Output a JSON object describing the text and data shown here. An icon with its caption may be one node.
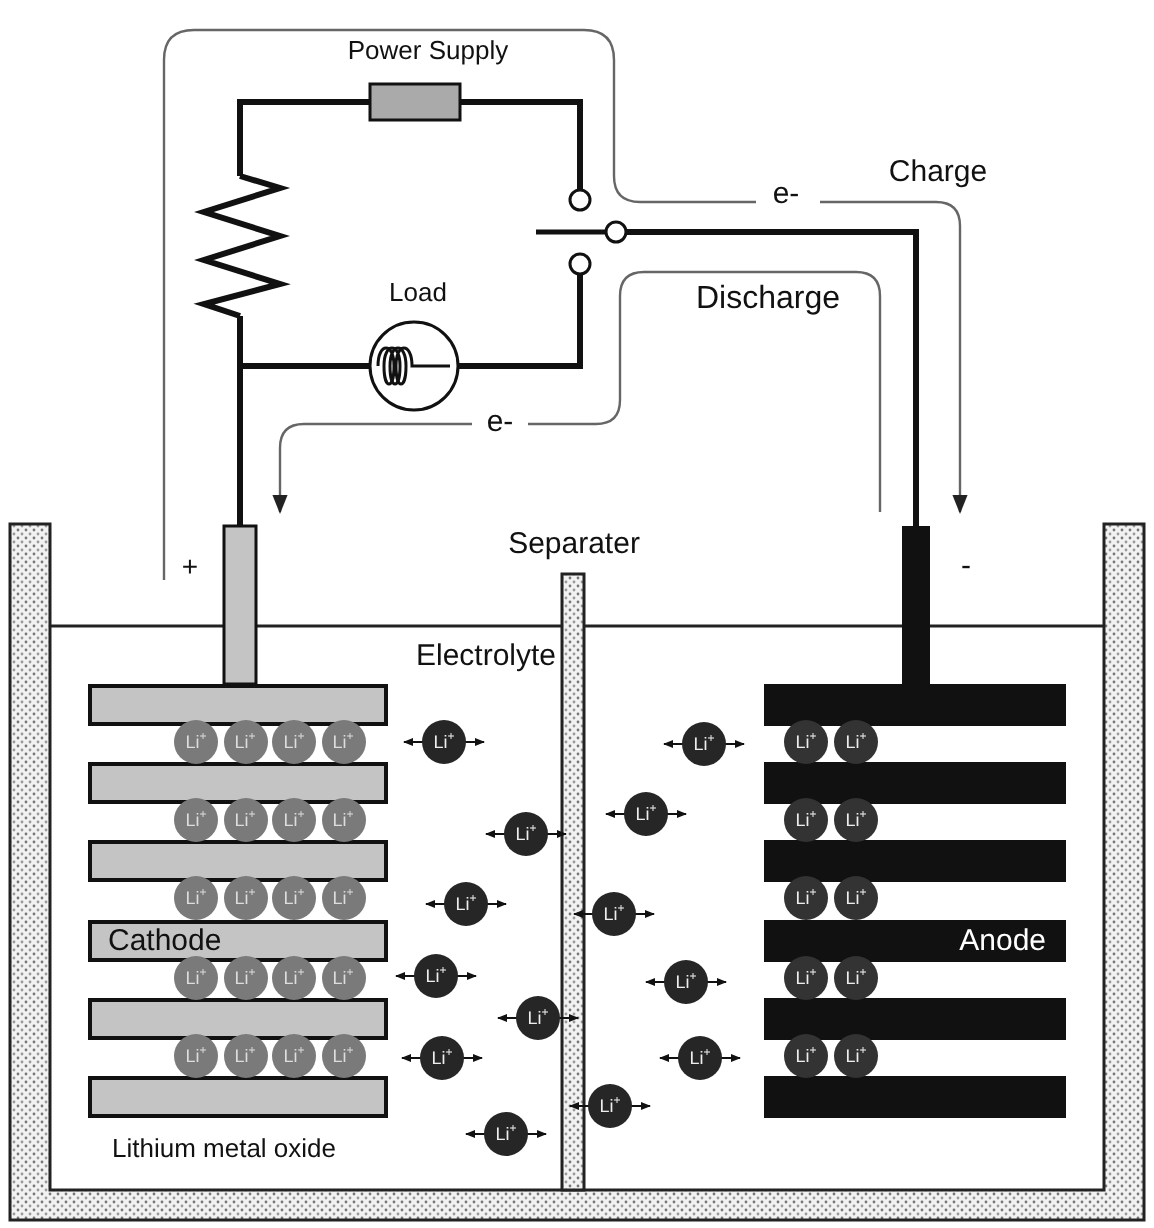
{
  "diagram": {
    "nodes": [
      {
        "text": [],
        "shape": "bar"
      },
      {
        "text": [],
        "shape": "bar"
      },
      {
        "text": [],
        "shape": "bar"
      },
      {
        "text": [
          "Cathode"
        ]
      },
      {
        "text": [],
        "shape": "bar"
      },
      {
        "text": [],
        "shape": "bar"
      },
      {
        "text": [],
        "shape": "bar"
      },
      {
        "text": [],
        "shape": "bar"
      },
      {
        "text": [],
        "shape": "bar"
      },
      {
        "text": [
          "Anode"
        ]
      },
      {
        "text": [],
        "shape": "bar"
      },
      {
        "text": [],
        "shape": "bar"
      },
      {
        "text": [
          "Li$^{+}$"
        ]
      },
      {
        "text": [
          "Li$^{+}$"
        ]
      },
      {
        "text": [
          "Li$^{+}$"
        ]
      },
      {
        "text": [
          "Li$^{+}$"
        ]
      },
      {
        "text": [
          "Li$^{+}$"
        ]
      },
      {
        "text": [
          "Li$^{+}$"
        ]
      },
      {
        "text": [
          "Li$^{+}$"
        ]
      },
      {
        "text": [
          "Li$^{+}$"
        ]
      },
      {
        "text": [
          "Li$^{+}$"
        ]
      },
      {
        "text": [
          "Li$^{+}$"
        ]
      },
      {
        "text": [
          "Li$^{+}$"
        ]
      },
      {
        "text": [
          "Li$^{+}$"
        ]
      },
      {
        "text": [
          "Li$^{+}$"
        ]
      },
      {
        "text": [
          "Li$^{+}$"
        ]
      },
      {
        "text": [
          "Li$^{+}$"
        ]
      },
      {
        "text": [
          "Li$^{+}$"
        ]
      },
      {
        "text": [
          "Li$^{+}$"
        ]
      },
      {
        "text": [
          "Li$^{+}$"
        ]
      },
      {
        "text": [
          "Li$^{+}$"
        ]
      },
      {
        "text": [
          "Li$^{+}$"
        ]
      },
      {
        "text": [
          "Li$^{+}$"
        ]
      },
      {
        "text": [
          "Li$^{+}$"
        ]
      },
      {
        "text": [
          "Li$^{+}$"
        ]
      },
      {
        "text": [
          "Li$^{+}$"
        ]
      },
      {
        "text": [
          "Li$^{+}$"
        ]
      },
      {
        "text": [
          "Li$^{+}$"
        ]
      },
      {
        "text": [
          "Li$^{+}$"
        ]
      },
      {
        "text": [
          "Li$^{+}$"
        ]
      },
      {
        "text": [
          "Li$^{+}$"
        ]
      },
      {
        "text": [
          "Li$^{+}$"
        ]
      },
      {
        "text": [
          "Li$^{+}$"
        ]
      },
      {
        "text": [
          "Li$^{+}$"
        ]
      },
      {
        "text": [
          "Li$^{+}$"
        ]
      },
      {
        "text": [
          "Li$^{+}$"
        ]
      },
      {
        "text": [
          "Li$^{+}$"
        ]
      },
      {
        "text": [
          "Li$^{+}$"
        ]
      },
      {
        "text": [
          "Li$^{+}$"
        ]
      },
      {
        "text": [
          "Li$^{+}$"
        ]
      },
      {
        "text": [
          "Li$^{+}$"
        ]
      },
      {
        "text": [
          "Li$^{+}$"
        ]
      },
      {
        "text": [
          "Li$^{+}$"
        ]
      },
      {
        "text": [
          "Li$^{+}$"
        ]
      },
      {
        "text": [
          "Li$^{+}$"
        ]
      }
    ],
    "labels": [
      "Power Supply",
      "Load",
      "e-",
      "Charge",
      "Discharge",
      "e-",
      "+",
      "Separater",
      "-",
      "Electrolyte",
      "Lithium metal oxide"
    ]
  }
}
